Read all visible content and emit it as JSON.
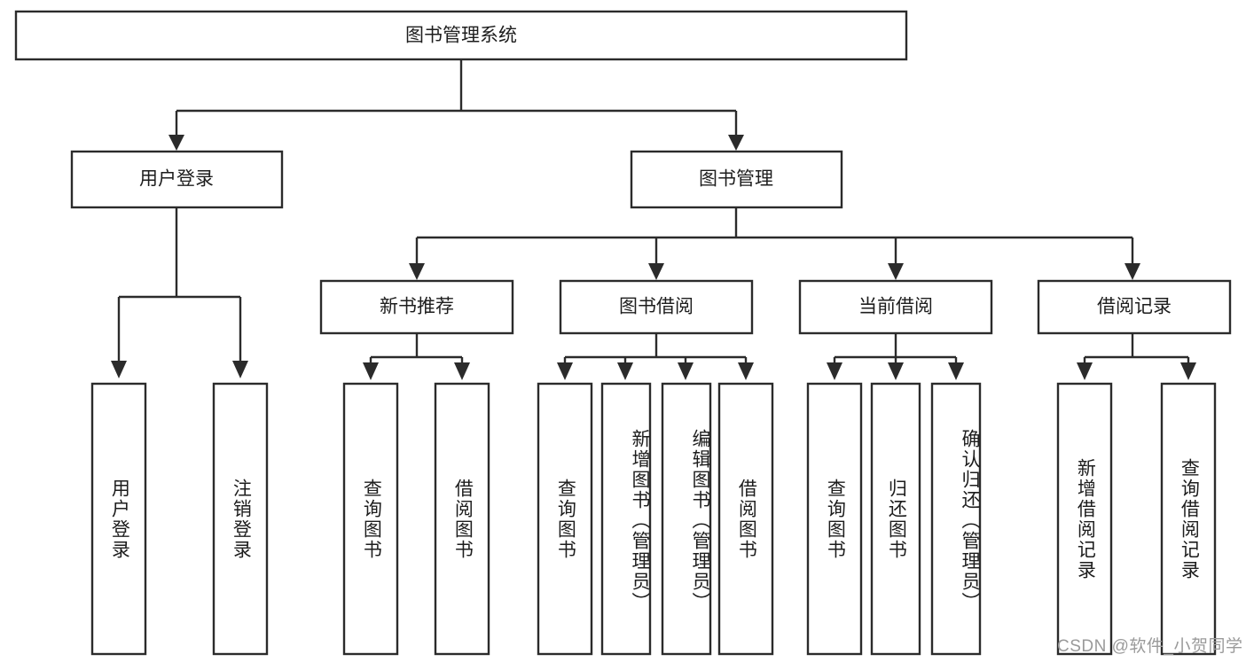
{
  "diagram": {
    "title": "图书管理系统",
    "type": "tree-hierarchy-flowchart",
    "colors": {
      "box_stroke": "#2b2b2b",
      "box_fill": "#ffffff",
      "text": "#1d1d1d",
      "background": "#ffffff",
      "watermark": "#9a9a9a"
    },
    "root": {
      "label": "图书管理系统"
    },
    "level2": [
      {
        "label": "用户登录"
      },
      {
        "label": "图书管理"
      }
    ],
    "level3": [
      {
        "label": "新书推荐"
      },
      {
        "label": "图书借阅"
      },
      {
        "label": "当前借阅"
      },
      {
        "label": "借阅记录"
      }
    ],
    "leaves": {
      "user_login": [
        {
          "label": "用户登录"
        },
        {
          "label": "注销登录"
        }
      ],
      "new_book_recommend": [
        {
          "label": "查询图书"
        },
        {
          "label": "借阅图书"
        }
      ],
      "book_borrow": [
        {
          "label": "查询图书"
        },
        {
          "label": "新增图书（管理员）"
        },
        {
          "label": "编辑图书（管理员）"
        },
        {
          "label": "借阅图书"
        }
      ],
      "current_borrow": [
        {
          "label": "查询图书"
        },
        {
          "label": "归还图书"
        },
        {
          "label": "确认归还（管理员）"
        }
      ],
      "borrow_record": [
        {
          "label": "新增借阅记录"
        },
        {
          "label": "查询借阅记录"
        }
      ]
    }
  },
  "watermark": {
    "text": "CSDN @软件_小贺同学"
  }
}
